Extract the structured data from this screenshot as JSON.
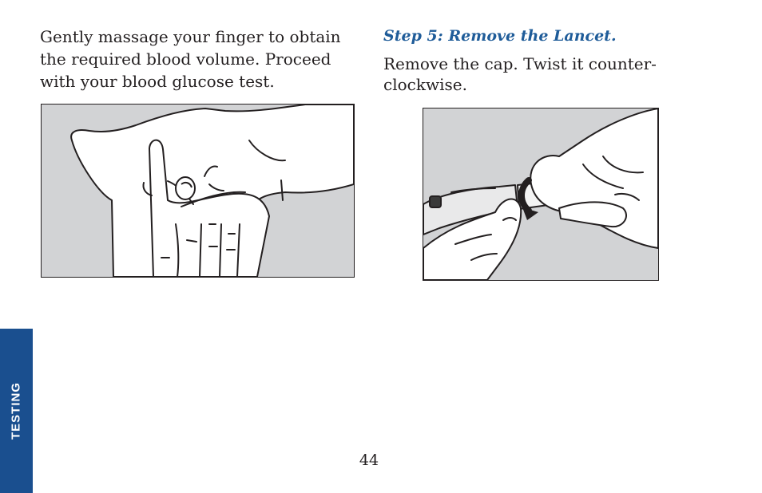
{
  "content": {
    "left_paragraph": "Gently massage your finger to obtain\nthe required blood volume. Proceed\nwith your blood glucose test.",
    "step_heading": "Step 5: Remove the Lancet.",
    "right_paragraph": "Remove the cap. Twist it counter-\nclockwise."
  },
  "side_tab": {
    "label": "TESTING"
  },
  "footer": {
    "page_number": "44"
  },
  "colors": {
    "accent_blue": "#1f5c99",
    "side_tab_blue": "#1a4f8f",
    "illustration_gray": "#d2d3d5",
    "ink": "#231f20"
  }
}
